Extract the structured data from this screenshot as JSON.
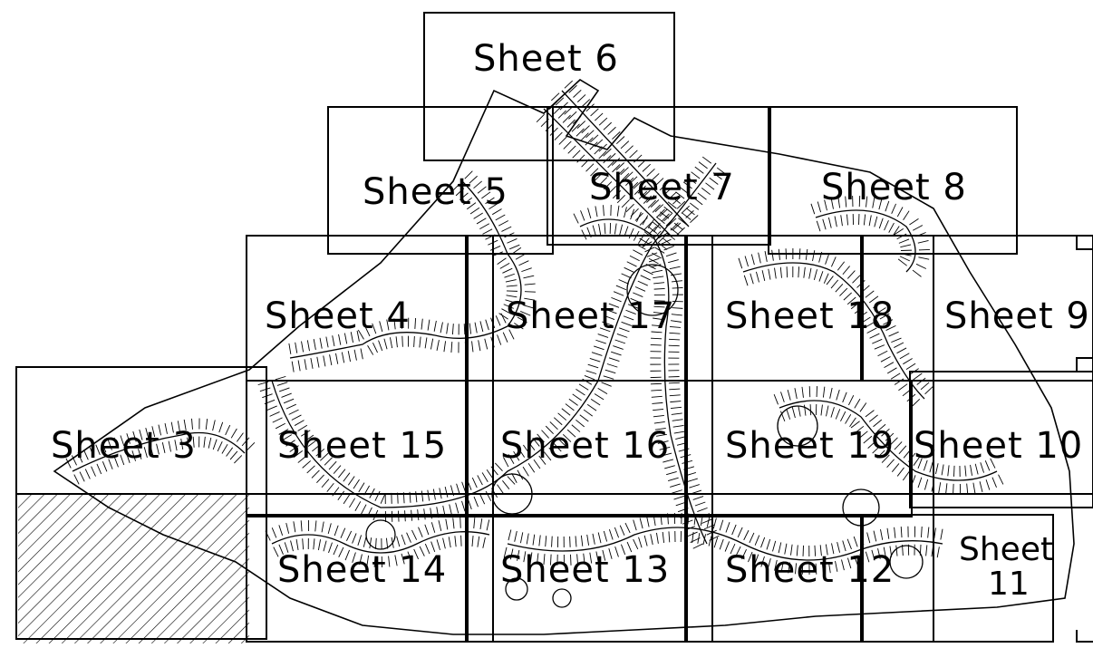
{
  "map": {
    "sheets": [
      {
        "id": "sheet-6",
        "label": "Sheet 6"
      },
      {
        "id": "sheet-5",
        "label": "Sheet 5"
      },
      {
        "id": "sheet-7",
        "label": "Sheet 7"
      },
      {
        "id": "sheet-8",
        "label": "Sheet 8"
      },
      {
        "id": "sheet-4",
        "label": "Sheet 4"
      },
      {
        "id": "sheet-17",
        "label": "Sheet 17"
      },
      {
        "id": "sheet-18",
        "label": "Sheet 18"
      },
      {
        "id": "sheet-9",
        "label": "Sheet 9"
      },
      {
        "id": "sheet-3",
        "label": "Sheet 3"
      },
      {
        "id": "sheet-15",
        "label": "Sheet 15"
      },
      {
        "id": "sheet-16",
        "label": "Sheet 16"
      },
      {
        "id": "sheet-19",
        "label": "Sheet 19"
      },
      {
        "id": "sheet-10",
        "label": "Sheet 10"
      },
      {
        "id": "sheet-14",
        "label": "Sheet 14"
      },
      {
        "id": "sheet-13",
        "label": "Sheet 13"
      },
      {
        "id": "sheet-12",
        "label": "Sheet 12"
      },
      {
        "id": "sheet-11-line1",
        "label": "Sheet"
      },
      {
        "id": "sheet-11-line2",
        "label": "11"
      }
    ],
    "colors": {
      "ink": "#000000",
      "paper": "#ffffff"
    }
  }
}
